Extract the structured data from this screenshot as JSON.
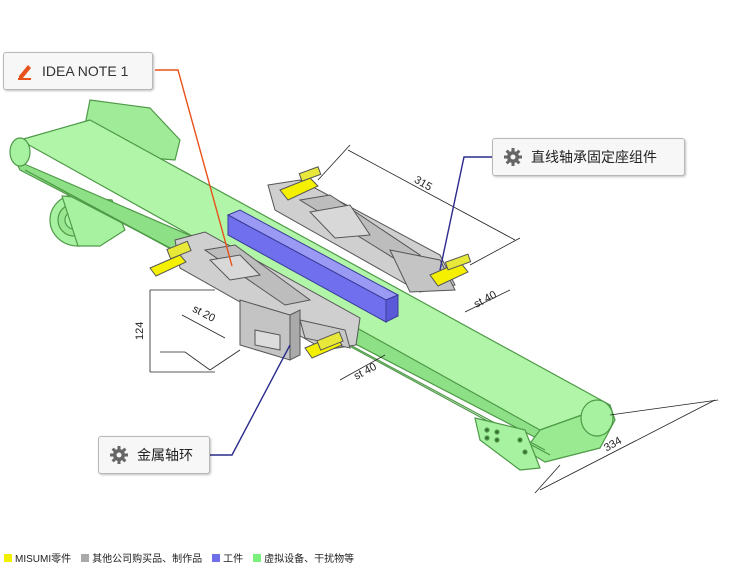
{
  "callouts": {
    "idea_note": "IDEA NOTE 1",
    "bearing_block": "直线轴承固定座组件",
    "metal_collar": "金属轴环"
  },
  "dimensions": {
    "d315": "315",
    "d334": "334",
    "d124": "124",
    "st20": "st 20",
    "st40_right": "st 40",
    "st40_front": "st 40"
  },
  "legend": [
    {
      "label": "MISUMI零件",
      "color": "#f0f000"
    },
    {
      "label": "其他公司购买品、制作品",
      "color": "#aaaaaa"
    },
    {
      "label": "工件",
      "color": "#6f6fe8"
    },
    {
      "label": "虚拟设备、干扰物等",
      "color": "#7cf07c"
    }
  ],
  "colors": {
    "conveyor": "#a6f2a0",
    "conveyor_edge": "#58a850",
    "workpiece": "#7878f0",
    "parts_gray": "#c8c8c8",
    "misumi_yellow": "#f5f000",
    "leader_orange": "#e8521a",
    "leader_blue": "#2b2b8c"
  },
  "icons": [
    "pencil-icon",
    "gear-icon"
  ]
}
